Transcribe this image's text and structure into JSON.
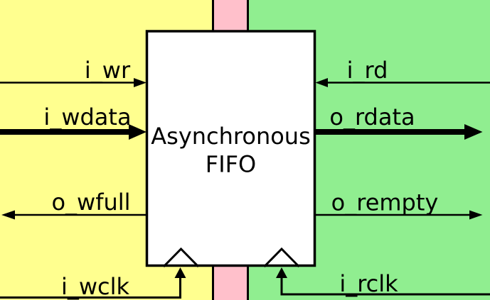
{
  "diagram": {
    "block": {
      "title_line1": "Asynchronous",
      "title_line2": "FIFO"
    },
    "write_ports": {
      "i_wr": "i_wr",
      "i_wdata": "i_wdata",
      "o_wfull": "o_wfull",
      "i_wclk": "i_wclk"
    },
    "read_ports": {
      "i_rd": "i_rd",
      "o_rdata": "o_rdata",
      "o_rempty": "o_rempty",
      "i_rclk": "i_rclk"
    },
    "colors": {
      "write_domain": "#FFFF8F",
      "read_domain": "#90EE90",
      "clock_crossing": "#FFC0CB",
      "block_fill": "#FFFFFF",
      "line": "#000000"
    }
  }
}
